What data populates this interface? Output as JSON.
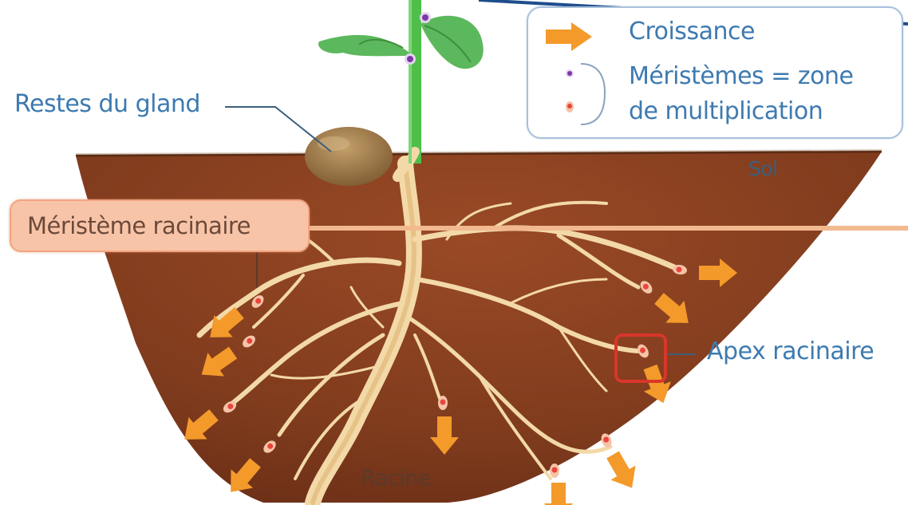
{
  "labels": {
    "acorn_remains": "Restes du gland",
    "soil": "Sol",
    "root_meristem": "Méristème racinaire",
    "root_apex": "Apex racinaire",
    "root": "Racine"
  },
  "legend": {
    "growth": "Croissance",
    "meristems_line1": "Méristèmes = zone",
    "meristems_line2": "de multiplication"
  },
  "colors": {
    "soil": "#7a3a1f",
    "root": "#f3d9a8",
    "arrow": "#f39a2b",
    "stem": "#4fbf4a",
    "leaf": "#5cb85c",
    "acorn": "#9c7a4a",
    "meristem_stem": "#7a3aa3",
    "meristem_root": "#e8453c",
    "label_text": "#3d7ab0",
    "highlight_box": "#d9362b"
  }
}
